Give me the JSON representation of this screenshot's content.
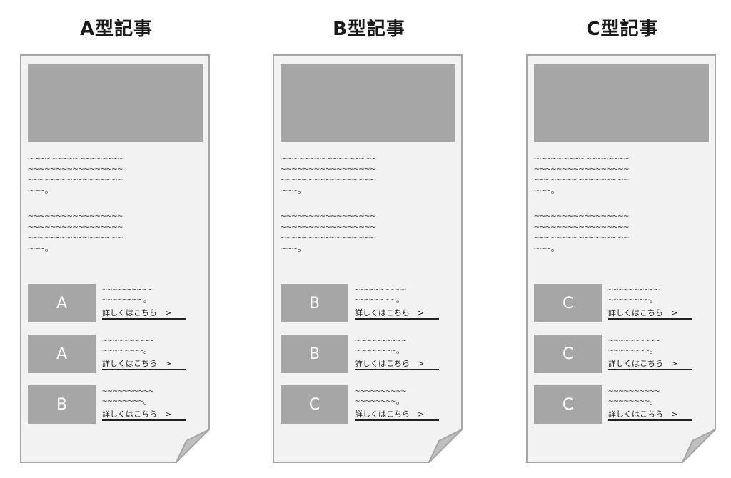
{
  "columns": [
    {
      "title": "A型記事",
      "paragraphs": [
        "~~~~~~~~~~~~~~~~~\n~~~~~~~~~~~~~~~~~\n~~~~~~~~~~~~~~~~~\n~~~。",
        "~~~~~~~~~~~~~~~~~\n~~~~~~~~~~~~~~~~~\n~~~~~~~~~~~~~~~~~\n~~~。"
      ],
      "cards": [
        {
          "label": "A",
          "text": "~~~~~~~~~~\n~~~~~~~~。",
          "link": "詳しくはこちら　>"
        },
        {
          "label": "A",
          "text": "~~~~~~~~~~\n~~~~~~~~。",
          "link": "詳しくはこちら　>"
        },
        {
          "label": "B",
          "text": "~~~~~~~~~~\n~~~~~~~~。",
          "link": "詳しくはこちら　>"
        }
      ]
    },
    {
      "title": "B型記事",
      "paragraphs": [
        "~~~~~~~~~~~~~~~~~\n~~~~~~~~~~~~~~~~~\n~~~~~~~~~~~~~~~~~\n~~~。",
        "~~~~~~~~~~~~~~~~~\n~~~~~~~~~~~~~~~~~\n~~~~~~~~~~~~~~~~~\n~~~。"
      ],
      "cards": [
        {
          "label": "B",
          "text": "~~~~~~~~~~\n~~~~~~~~。",
          "link": "詳しくはこちら　>"
        },
        {
          "label": "B",
          "text": "~~~~~~~~~~\n~~~~~~~~。",
          "link": "詳しくはこちら　>"
        },
        {
          "label": "C",
          "text": "~~~~~~~~~~\n~~~~~~~~。",
          "link": "詳しくはこちら　>"
        }
      ]
    },
    {
      "title": "C型記事",
      "paragraphs": [
        "~~~~~~~~~~~~~~~~~\n~~~~~~~~~~~~~~~~~\n~~~~~~~~~~~~~~~~~\n~~~。",
        "~~~~~~~~~~~~~~~~~\n~~~~~~~~~~~~~~~~~\n~~~~~~~~~~~~~~~~~\n~~~。"
      ],
      "cards": [
        {
          "label": "C",
          "text": "~~~~~~~~~~\n~~~~~~~~。",
          "link": "詳しくはこちら　>"
        },
        {
          "label": "C",
          "text": "~~~~~~~~~~\n~~~~~~~~。",
          "link": "詳しくはこちら　>"
        },
        {
          "label": "C",
          "text": "~~~~~~~~~~\n~~~~~~~~。",
          "link": "詳しくはこちら　>"
        }
      ]
    }
  ],
  "colors": {
    "page": "#f2f2f2",
    "border": "#a6a6a6",
    "placeholder": "#a6a6a6",
    "fold": "#bfbfbf"
  }
}
